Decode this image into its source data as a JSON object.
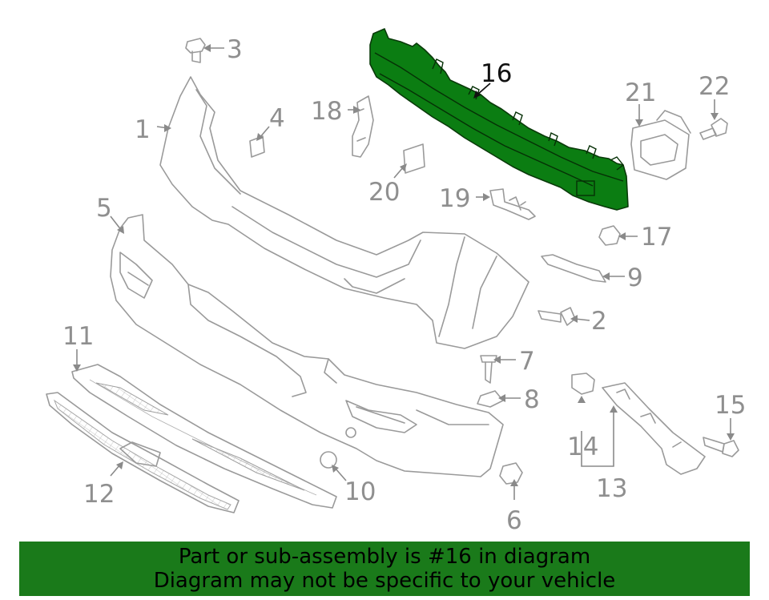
{
  "diagram": {
    "highlighted_part": "16",
    "callouts": [
      "1",
      "2",
      "3",
      "4",
      "5",
      "6",
      "7",
      "8",
      "9",
      "10",
      "11",
      "12",
      "13",
      "14",
      "15",
      "16",
      "17",
      "18",
      "19",
      "20",
      "21",
      "22"
    ]
  },
  "banner": {
    "line1": "Part or sub-assembly is #16 in diagram",
    "line2": "Diagram may not be specific to your vehicle",
    "background": "#1a7a1a"
  },
  "colors": {
    "highlight": "#0b7d12",
    "line_art": "#9a9a9a"
  }
}
